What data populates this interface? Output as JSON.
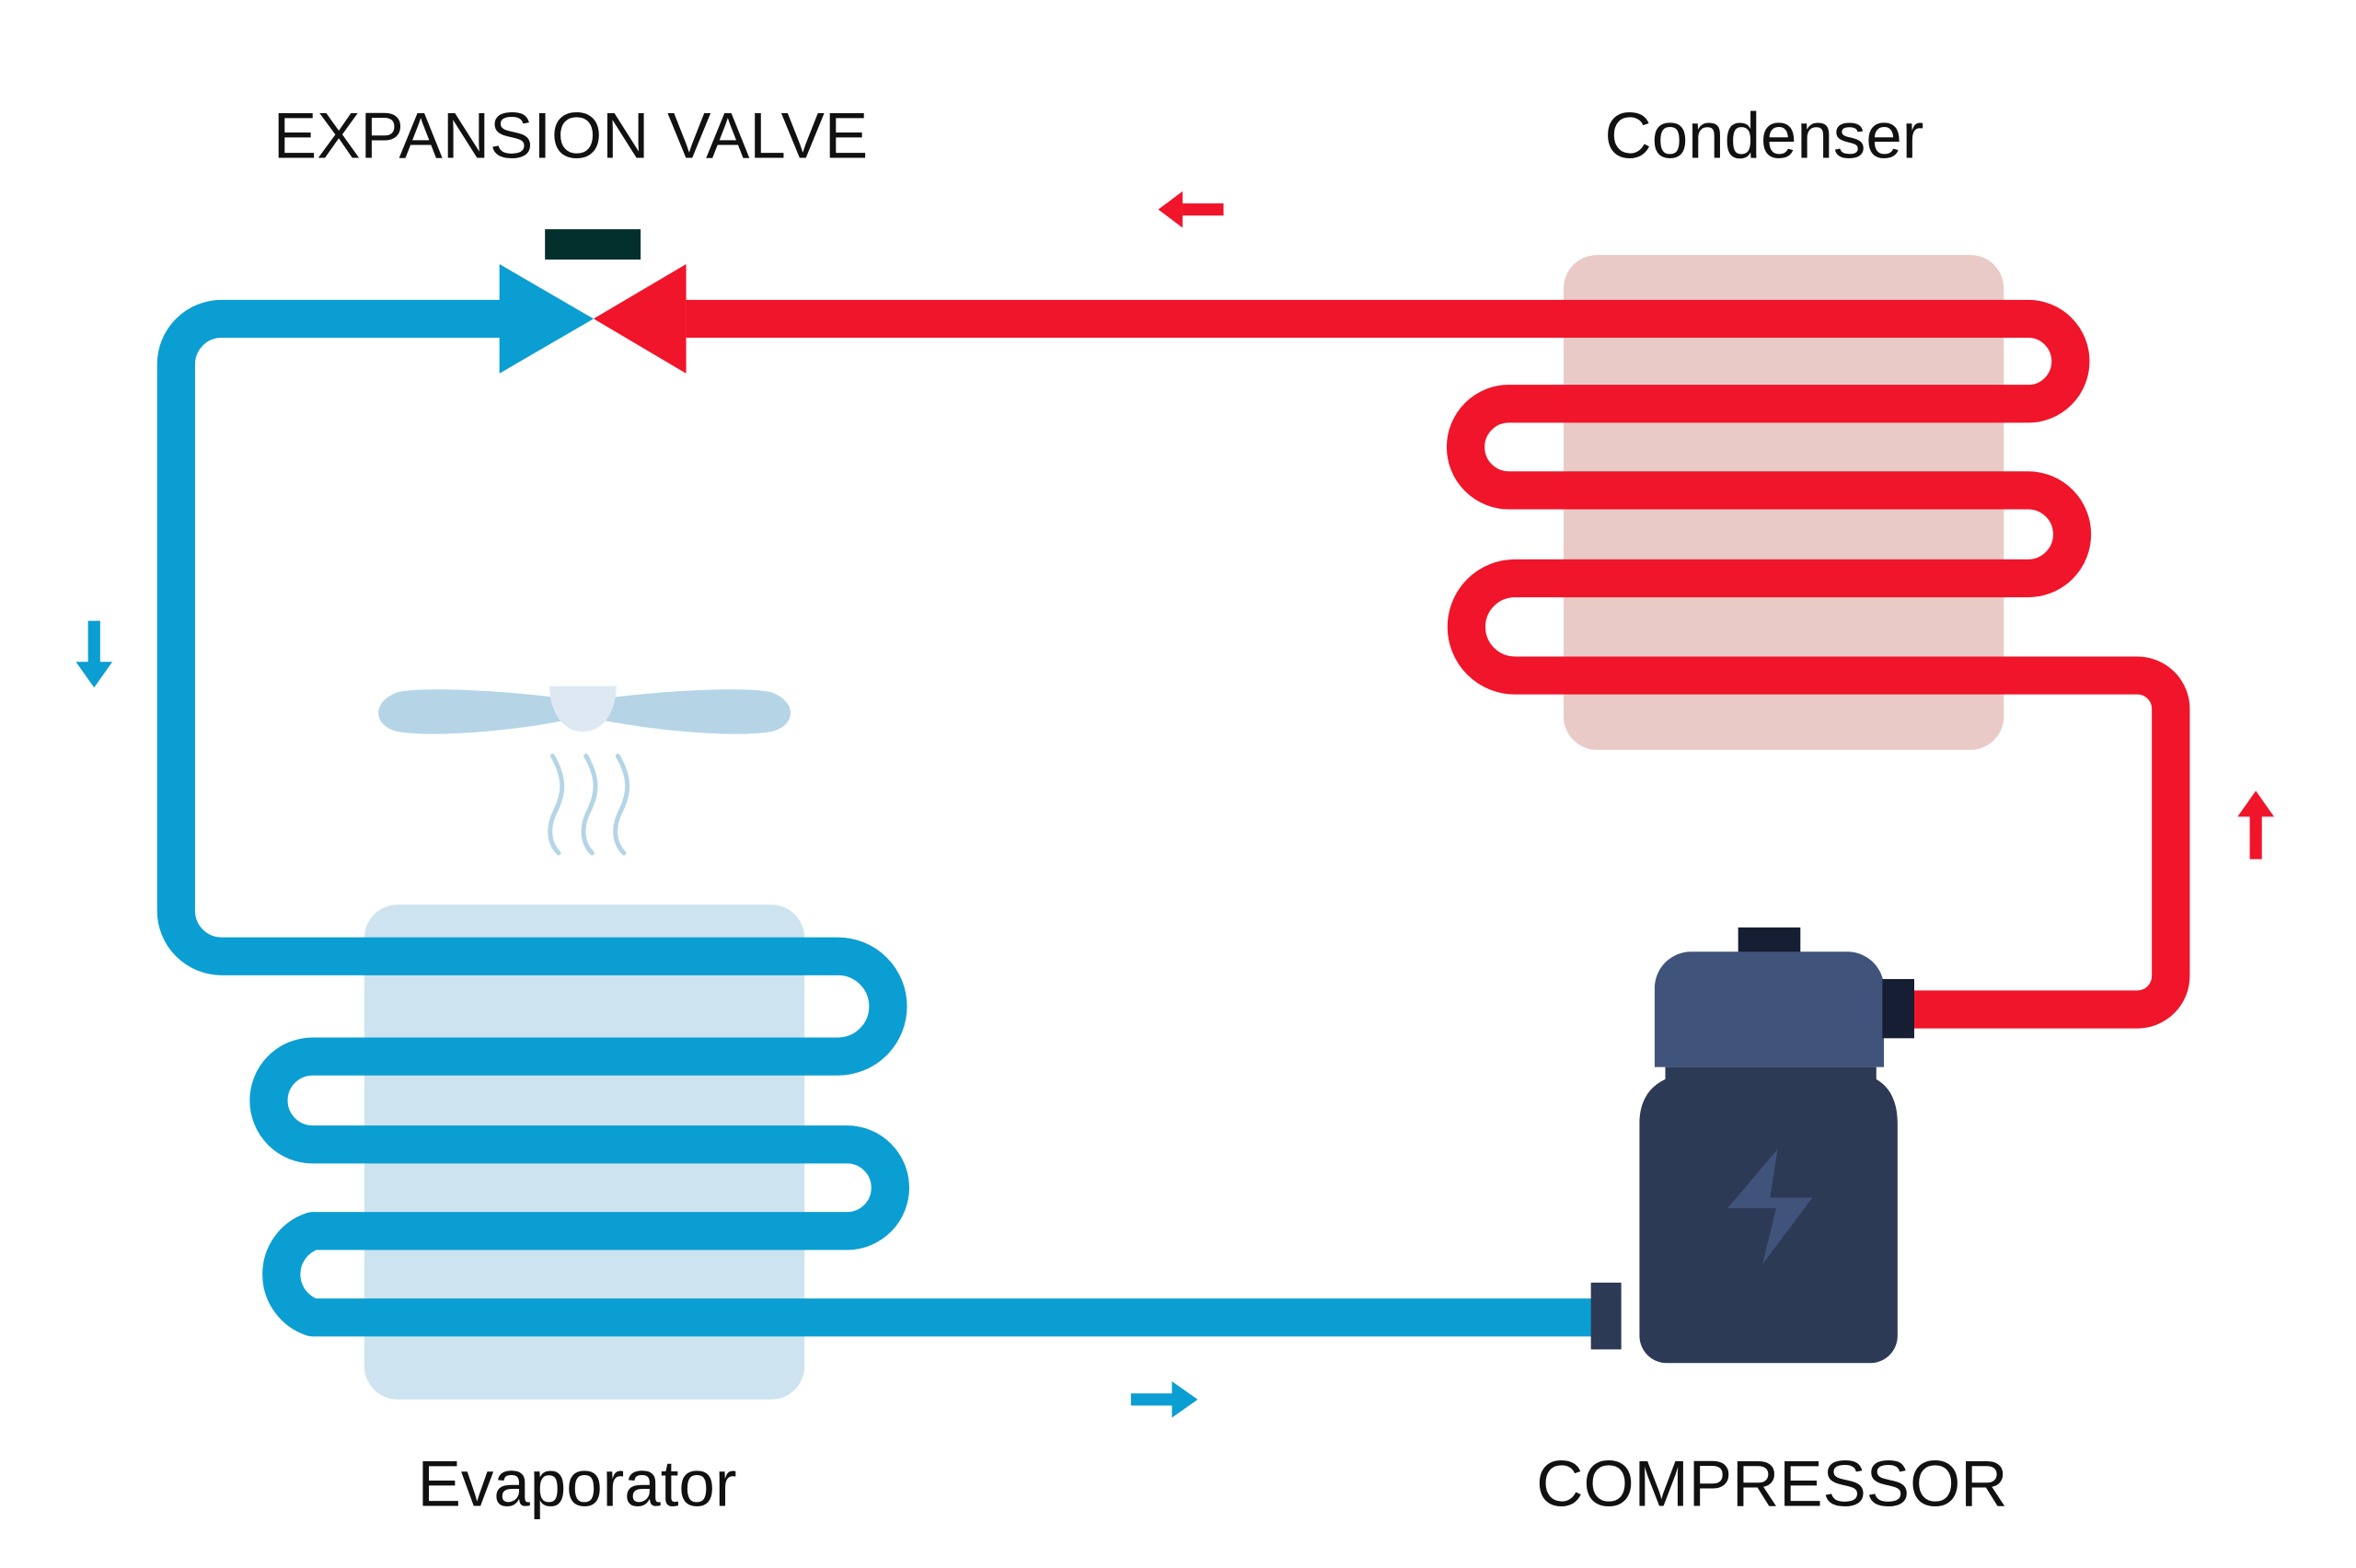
{
  "labels": {
    "expansion_valve": "EXPANSION VALVE",
    "condenser": "Condenser",
    "evaporator": "Evaporator",
    "compressor": "COMPRESSOR"
  },
  "colors": {
    "hot_pipe": "#F0152A",
    "cold_pipe": "#0B9ED2",
    "condenser_panel": "#EACAC7",
    "evaporator_panel": "#CDE3F0",
    "compressor_body": "#2D3A55",
    "compressor_cap": "#40537A",
    "fitting": "#151E33",
    "valve_actuator": "#03302C",
    "fan": "#B5D5E7"
  },
  "flow_arrows": [
    {
      "name": "hot-flow-left",
      "direction": "left"
    },
    {
      "name": "hot-flow-up",
      "direction": "up"
    },
    {
      "name": "cold-flow-down",
      "direction": "down"
    },
    {
      "name": "cold-flow-right",
      "direction": "right"
    }
  ]
}
